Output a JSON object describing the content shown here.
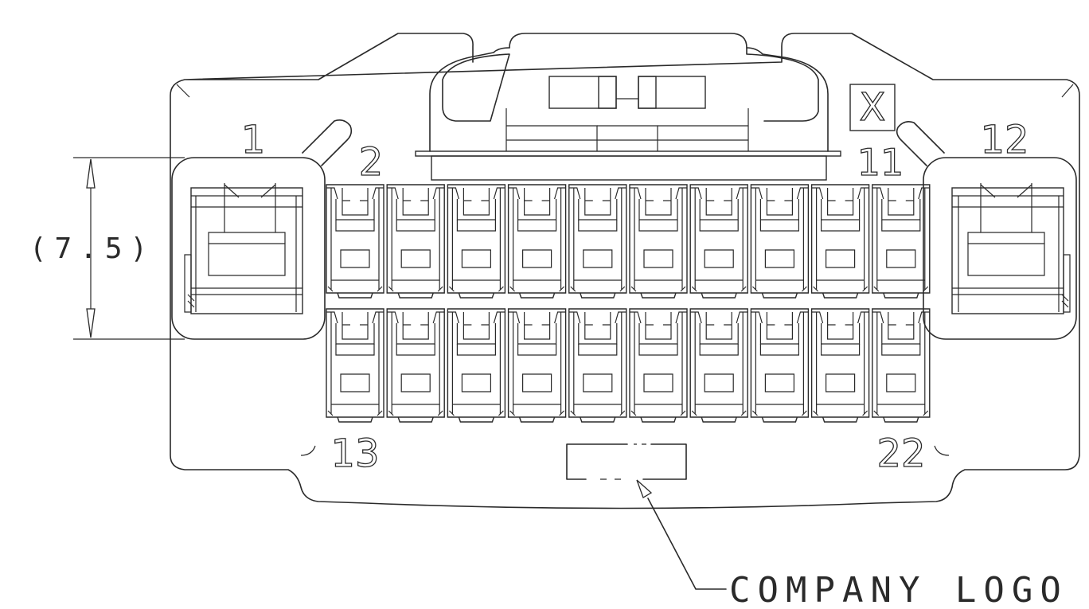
{
  "pin_labels": {
    "pin_1": "1",
    "pin_2": "2",
    "pin_11": "11",
    "pin_12": "12",
    "pin_13": "13",
    "pin_22": "22"
  },
  "keying_mark": "X",
  "dimension_label": "(7.5)",
  "callout_label": "COMPANY LOGO",
  "grid": {
    "rows": 2,
    "cavities_per_row": 10
  },
  "colors": {
    "line": "#2a2a2a",
    "background": "#ffffff"
  }
}
